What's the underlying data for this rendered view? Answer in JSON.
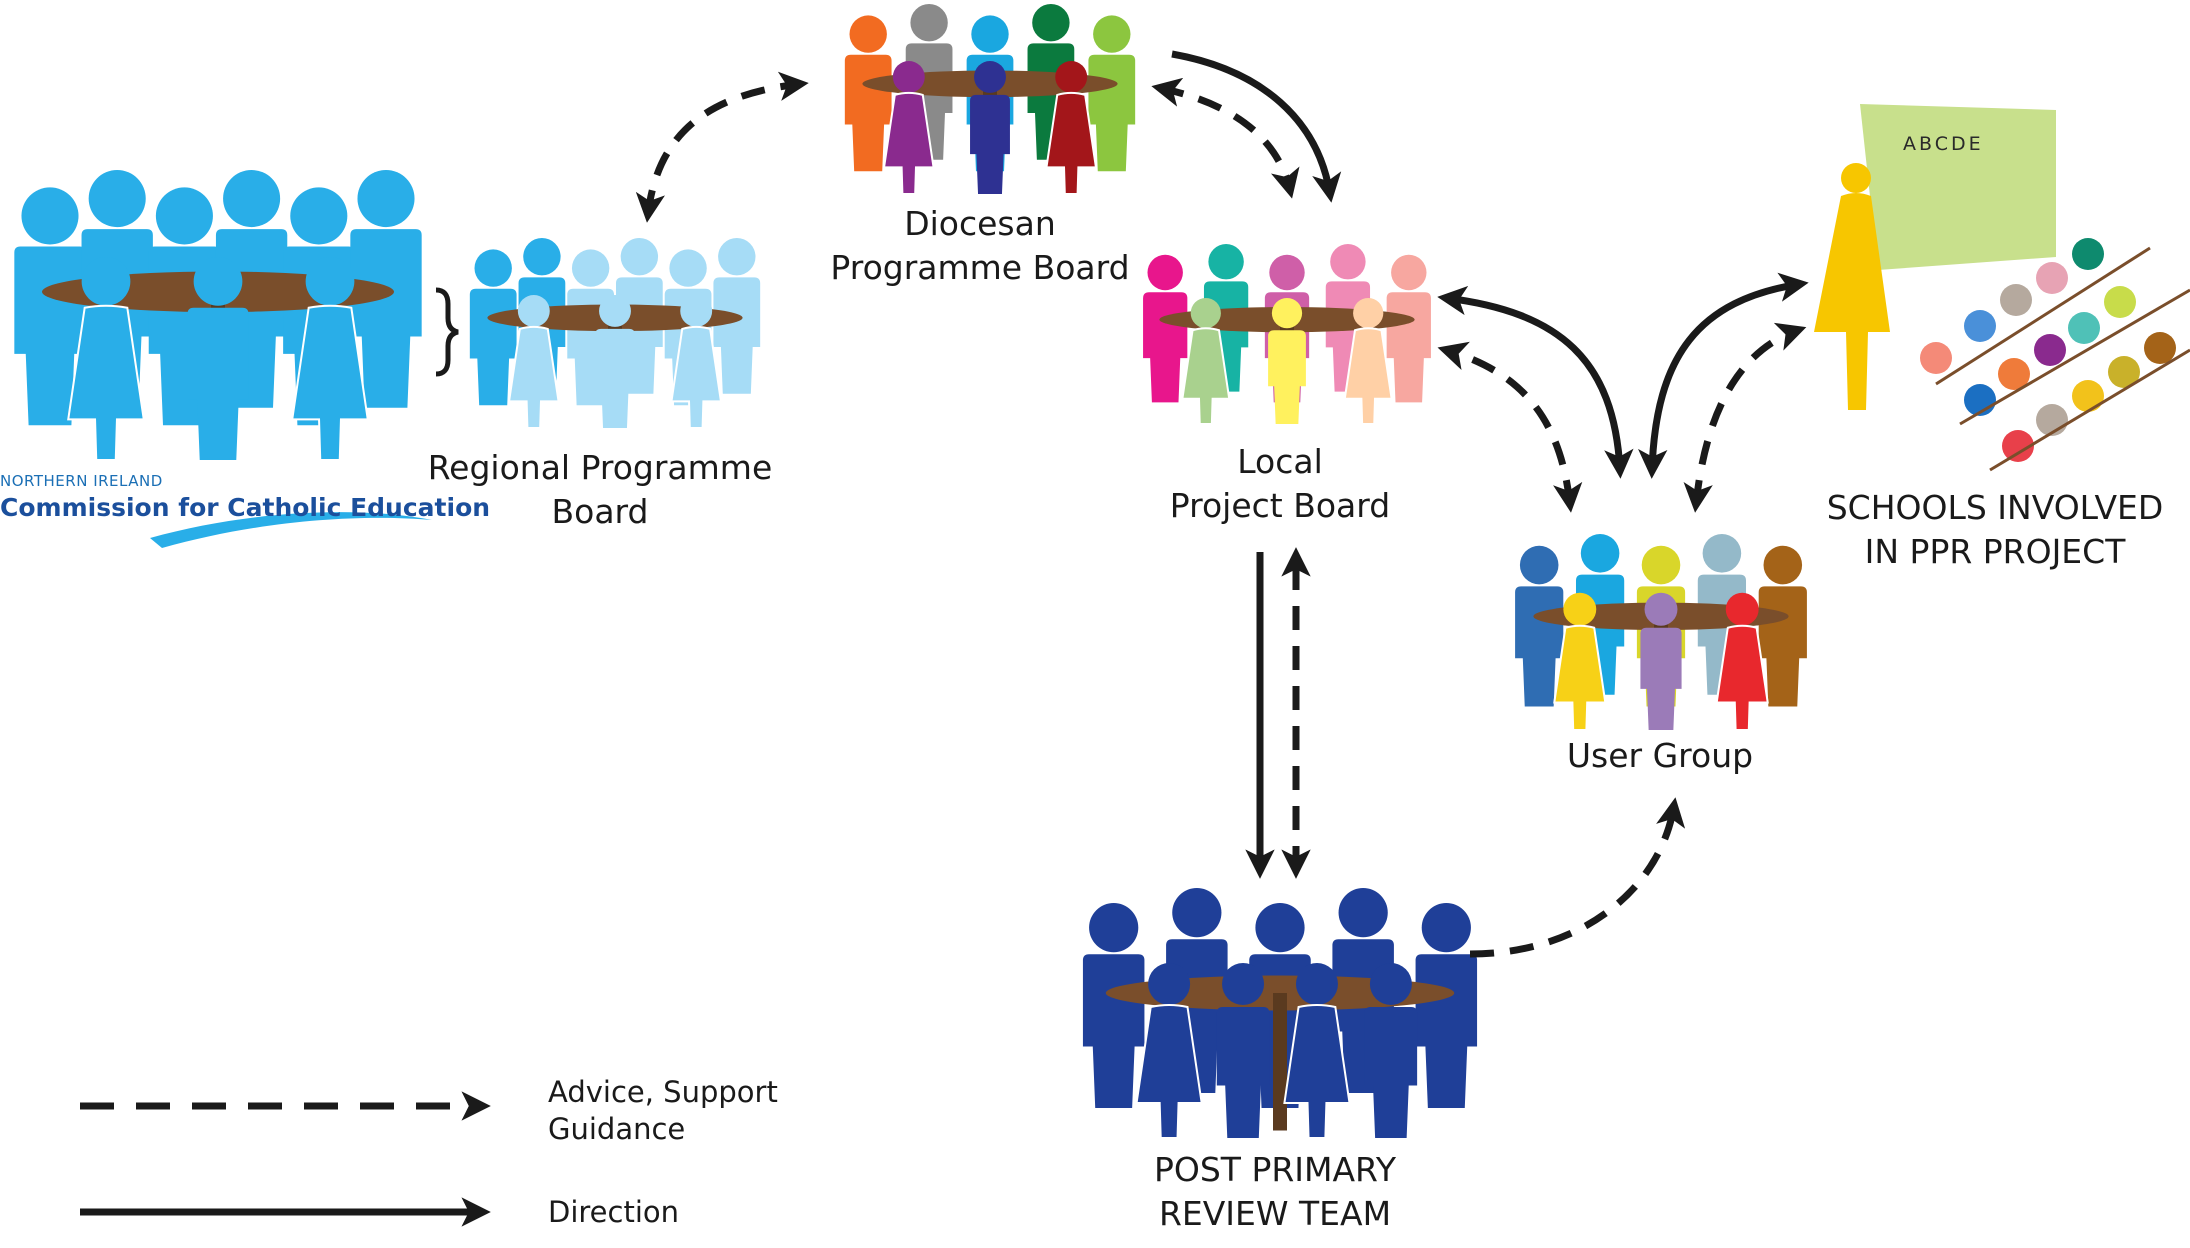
{
  "logo": {
    "small_text": "NORTHERN IRELAND",
    "name": "Commission for Catholic Education"
  },
  "nodes": {
    "regional": {
      "label_lines": [
        "Regional Programme",
        "Board"
      ]
    },
    "diocesan": {
      "label_lines": [
        "Diocesan",
        "Programme Board"
      ]
    },
    "local": {
      "label_lines": [
        "Local",
        "Project Board"
      ]
    },
    "user_group": {
      "label_lines": [
        "User Group"
      ]
    },
    "schools": {
      "label_lines": [
        "SCHOOLS INVOLVED",
        "IN PPR PROJECT"
      ],
      "board_text": "ABCDE"
    },
    "review_team": {
      "label_lines": [
        "POST PRIMARY",
        "REVIEW TEAM"
      ]
    }
  },
  "legend": {
    "dashed_label_lines": [
      "Advice, Support",
      "Guidance"
    ],
    "solid_label": "Direction"
  },
  "colors": {
    "ccms_blue": "#29aee8",
    "regional_blue": "#a6dcf6",
    "review_navy": "#1f3f98",
    "table_brown": "#7a4e2b",
    "arrow": "#1a1a1a",
    "legend_bg": "#fdf7cf",
    "chalkboard": "#c8e08c",
    "teacher": "#f7c600"
  },
  "icons": {
    "ccms_group": "meeting-group-icon",
    "regional_group": "meeting-group-icon",
    "diocesan_group": "meeting-group-icon",
    "local_group": "meeting-group-icon",
    "user_group": "meeting-group-icon",
    "review_group": "meeting-group-icon",
    "teacher": "teacher-icon",
    "chalkboard": "chalkboard-icon",
    "pupils": "pupils-icon"
  }
}
